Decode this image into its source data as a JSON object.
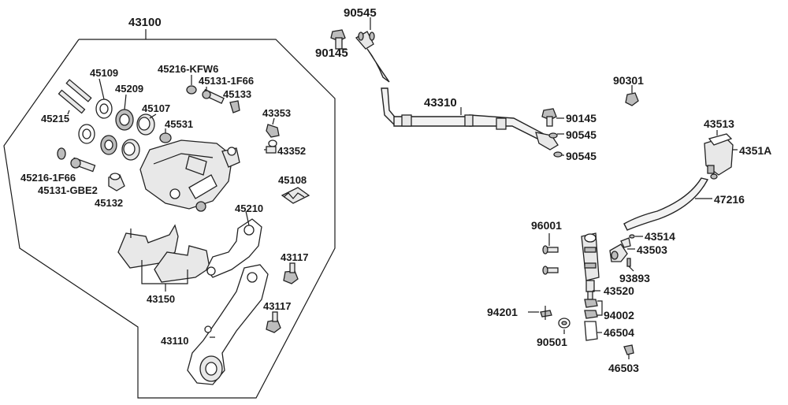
{
  "labels": {
    "l43100": "43100",
    "l45109": "45109",
    "l45209": "45209",
    "l45215": "45215",
    "l45107": "45107",
    "l45531": "45531",
    "l45216kfw6": "45216-KFW6",
    "l45131_1f66": "45131-1F66",
    "l45133": "45133",
    "l43353": "43353",
    "l43352": "43352",
    "l45216_1f66": "45216-1F66",
    "l45131gbe2": "45131-GBE2",
    "l45132": "45132",
    "l45108": "45108",
    "l45210": "45210",
    "l43117a": "43117",
    "l43117b": "43117",
    "l43150": "43150",
    "l43110": "43110",
    "l90545a": "90545",
    "l90145a": "90145",
    "l43310": "43310",
    "l90145b": "90145",
    "l90545b": "90545",
    "l90545c": "90545",
    "l90301": "90301",
    "l43513": "43513",
    "l4351a": "4351A",
    "l47216": "47216",
    "l96001": "96001",
    "l43514": "43514",
    "l43503": "43503",
    "l93893": "93893",
    "l43520": "43520",
    "l94201": "94201",
    "l94002": "94002",
    "l90501": "90501",
    "l46504": "46504",
    "l46503": "46503"
  }
}
